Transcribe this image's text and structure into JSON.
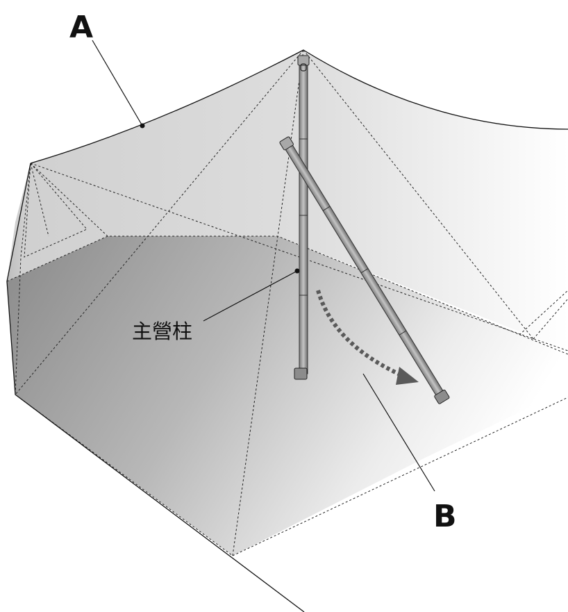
{
  "labels": {
    "a": "A",
    "b": "B",
    "main_pole": "主營柱"
  },
  "colors": {
    "outline": "#111111",
    "fabric_light": "#f2f2f2",
    "fabric_mid": "#c9c9c9",
    "fabric_dark": "#8f8f8f",
    "pole": "#9a9a9a",
    "arrow": "#555555"
  }
}
